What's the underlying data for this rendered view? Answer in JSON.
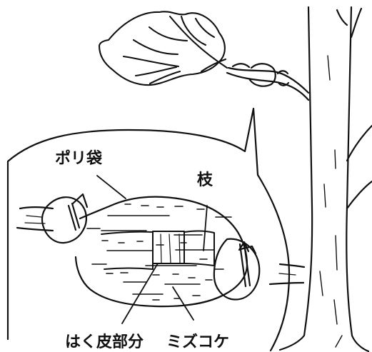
{
  "labels": {
    "poly_bag": "ポリ袋",
    "branch": "枝",
    "peeled_part": "はく皮部分",
    "sphagnum_moss": "ミズコケ"
  },
  "colors": {
    "ink": "#111111",
    "paper": "#ffffff"
  }
}
